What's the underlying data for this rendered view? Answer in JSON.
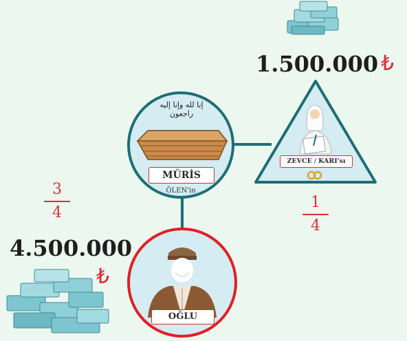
{
  "spouse": {
    "amount": "1.500.000",
    "currency": "₺",
    "label_main": "ZEVCE",
    "label_sep": " / ",
    "label_alt": "KARI'sı",
    "share": {
      "numerator": "1",
      "denominator": "4"
    }
  },
  "deceased": {
    "label": "MÛRİS",
    "sublabel": "ÖLEN'in",
    "calligraphy": "إنا لله وإنا إليه راجعون"
  },
  "son": {
    "amount": "4.500.000",
    "currency": "₺",
    "label": "OĞLU",
    "share": {
      "numerator": "3",
      "denominator": "4"
    }
  },
  "colors": {
    "background": "#ecf8ef",
    "connector": "#1e6e74",
    "node_fill": "#cfe9f0",
    "son_ring": "#e01f26",
    "fraction": "#d6323c"
  }
}
